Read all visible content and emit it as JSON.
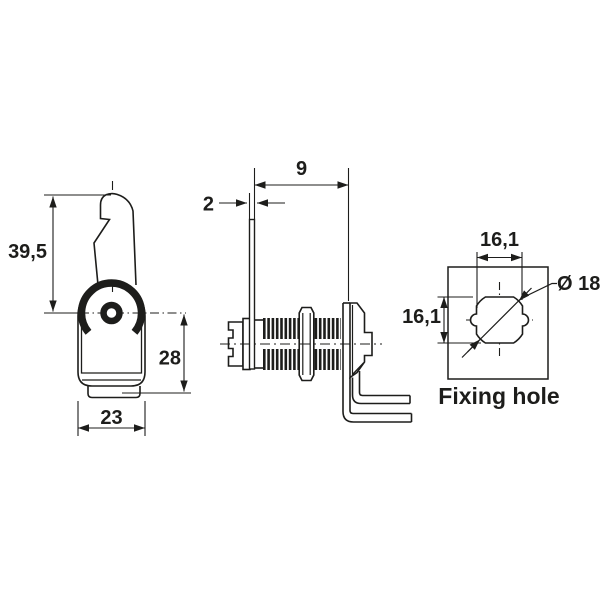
{
  "figure": {
    "type": "technical-drawing",
    "subject": "cam lock with hook cam, three orthographic views",
    "background": "#ffffff",
    "line_color": "#1d1d1b"
  },
  "front_view": {
    "dim_hook_height": "39,5",
    "dim_center_to_bottom": "28",
    "dim_body_width": "23"
  },
  "side_view": {
    "dim_grip_length": "9",
    "dim_cam_thickness": "2"
  },
  "fixing_hole_view": {
    "caption": "Fixing hole",
    "dim_width": "16,1",
    "dim_height": "16,1",
    "dim_diameter": "Ø 18"
  }
}
